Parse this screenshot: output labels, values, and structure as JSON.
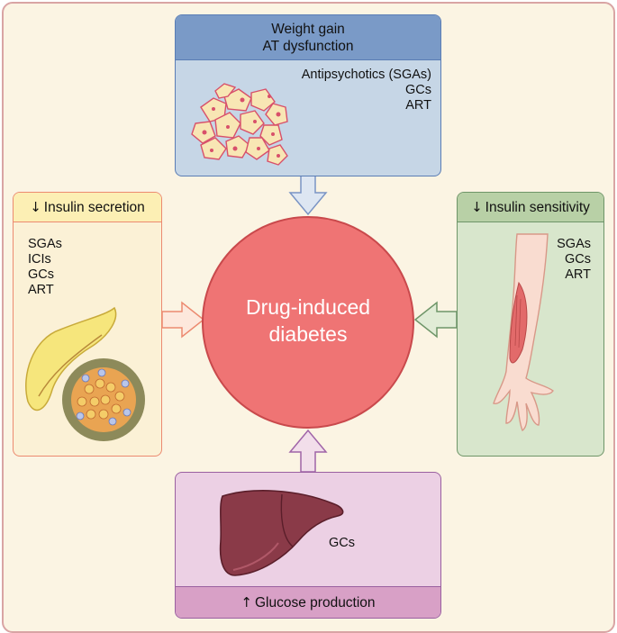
{
  "center": {
    "line1": "Drug-induced",
    "line2": "diabetes"
  },
  "top": {
    "header_line1": "Weight gain",
    "header_line2": "AT dysfunction",
    "drugs": [
      "Antipsychotics (SGAs)",
      "GCs",
      "ART"
    ],
    "icon": "adipose-tissue-illustration"
  },
  "left": {
    "arrow": "↓",
    "header": "Insulin secretion",
    "drugs": [
      "SGAs",
      "ICIs",
      "GCs",
      "ART"
    ],
    "icon": "pancreas-islet-illustration"
  },
  "right": {
    "arrow": "↓",
    "header": "Insulin sensitivity",
    "drugs": [
      "SGAs",
      "GCs",
      "ART"
    ],
    "icon": "arm-muscle-illustration"
  },
  "bottom": {
    "arrow": "↑",
    "footer": "Glucose production",
    "drugs": [
      "GCs"
    ],
    "icon": "liver-illustration"
  },
  "colors": {
    "background": "#fbf4e3",
    "top_panel": "#c6d6e6",
    "top_header": "#7a9ac7",
    "left_panel": "#fbf1d6",
    "left_header": "#fcefb4",
    "right_panel": "#d8e6cc",
    "right_header": "#b8d0a6",
    "bottom_panel": "#ecd0e4",
    "bottom_footer": "#d8a0c6",
    "center_circle": "#ef7474"
  }
}
